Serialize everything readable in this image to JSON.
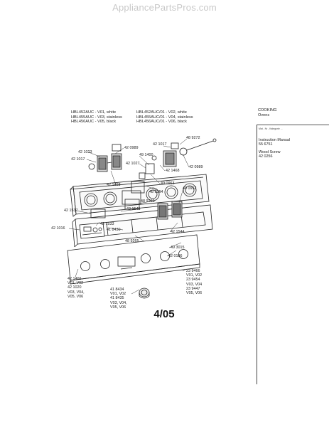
{
  "watermark": "AppliancePartsPros.com",
  "models_left": [
    "HBL452AUC - V01, white",
    "HBL455AUC - V03, stainless",
    "HBL456AUC - V05, black"
  ],
  "models_right": [
    "HBL452AUC/01 - V02, white",
    "HBL455AUC/01 - V04, stainless",
    "HBL456AUC/01 - V06, black"
  ],
  "category": [
    "COOKING",
    "Ovens"
  ],
  "side_header": "Mat - Nr - Kategorie ...",
  "side_items": [
    "Instruction Manual",
    "55 6751",
    "Wood Screw",
    "42 0256"
  ],
  "callouts": [
    {
      "id": "c1",
      "lines": [
        "48 9272"
      ]
    },
    {
      "id": "c2",
      "lines": [
        "42 1017"
      ]
    },
    {
      "id": "c3",
      "lines": [
        "42 0989"
      ]
    },
    {
      "id": "c4",
      "lines": [
        "42 1023"
      ]
    },
    {
      "id": "c5",
      "lines": [
        "42 1017"
      ]
    },
    {
      "id": "c6",
      "lines": [
        "49 1400"
      ]
    },
    {
      "id": "c7",
      "lines": [
        "42 1027"
      ]
    },
    {
      "id": "c8",
      "lines": [
        "42 1468"
      ]
    },
    {
      "id": "c9",
      "lines": [
        "42 0989"
      ]
    },
    {
      "id": "c10",
      "lines": [
        "42 1468"
      ]
    },
    {
      "id": "c11",
      "lines": [
        "49 0963"
      ]
    },
    {
      "id": "c12",
      "lines": [
        "48 9264"
      ]
    },
    {
      "id": "c13",
      "lines": [
        "49 0952"
      ]
    },
    {
      "id": "c14",
      "lines": [
        "48 9263"
      ]
    },
    {
      "id": "c15",
      "lines": [
        "42 1537"
      ]
    },
    {
      "id": "c16",
      "lines": [
        "42 1545"
      ]
    },
    {
      "id": "c17",
      "lines": [
        "42 1533"
      ]
    },
    {
      "id": "c18",
      "lines": [
        "41 8430"
      ]
    },
    {
      "id": "c19",
      "lines": [
        "42 1016"
      ]
    },
    {
      "id": "c20",
      "lines": [
        "42 1544"
      ]
    },
    {
      "id": "c21",
      "lines": [
        "48 9265"
      ]
    },
    {
      "id": "c22",
      "lines": [
        "49 3015"
      ]
    },
    {
      "id": "c23",
      "lines": [
        "42 0186"
      ]
    },
    {
      "id": "c24",
      "lines": [
        "42 1466",
        "V01, V02",
        "42 1020",
        "V03, V04,",
        "V05, V06"
      ]
    },
    {
      "id": "c25",
      "lines": [
        "23 9466",
        "V01, V02",
        "23 9454",
        "V03, V04",
        "23 9447",
        "V05, V06"
      ]
    },
    {
      "id": "c26",
      "lines": [
        "41 8434",
        "V01, V02",
        "41 8435",
        "V03, V04,",
        "V05, V06"
      ]
    }
  ],
  "page_number": "4/05"
}
